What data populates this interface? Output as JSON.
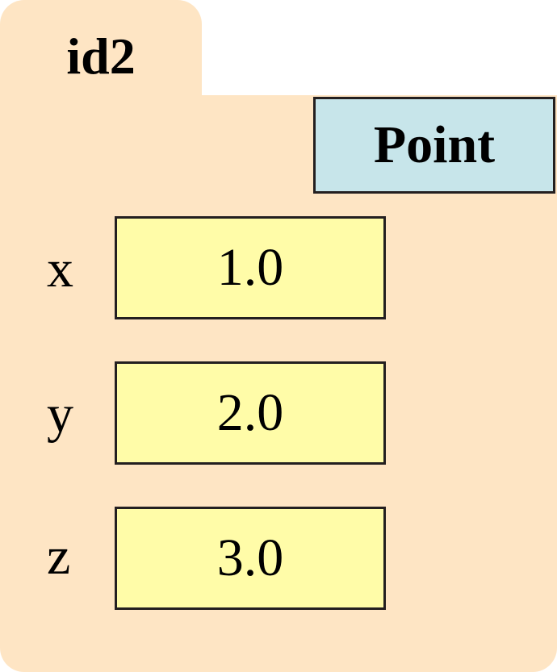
{
  "folder": {
    "id": "id2",
    "class_name": "Point",
    "attributes": [
      {
        "name": "x",
        "value": "1.0"
      },
      {
        "name": "y",
        "value": "2.0"
      },
      {
        "name": "z",
        "value": "3.0"
      }
    ]
  },
  "colors": {
    "folder_fill": "#fee5c4",
    "class_box_fill": "#c7e5ea",
    "value_box_fill": "#fffca8",
    "border": "#231f20"
  }
}
